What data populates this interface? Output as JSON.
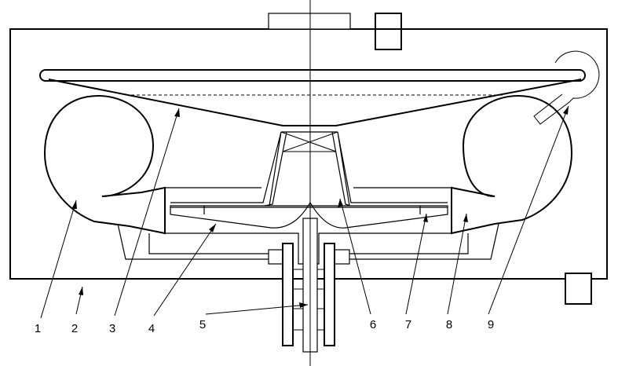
{
  "diagram": {
    "labels": [
      "1",
      "2",
      "3",
      "4",
      "5",
      "6",
      "7",
      "8",
      "9"
    ],
    "line_color": "#000000",
    "background": "#ffffff"
  }
}
